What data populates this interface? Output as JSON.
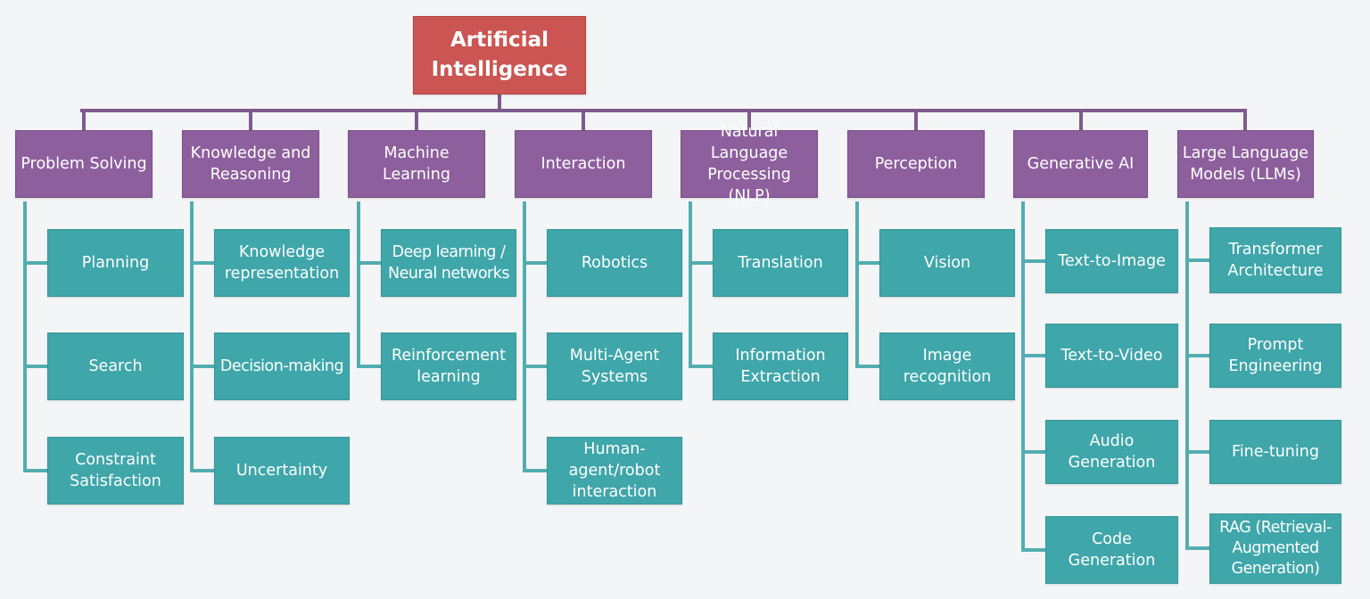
{
  "root": {
    "label": "Artificial\nIntelligence"
  },
  "colors": {
    "root": "#cb5552",
    "category": "#8d5f9d",
    "leaf": "#3fa6aa",
    "category_connector": "#7e5a8e",
    "leaf_connector": "#52adb1"
  },
  "categories": [
    {
      "label": "Problem Solving",
      "children": [
        {
          "label": "Planning"
        },
        {
          "label": "Search"
        },
        {
          "label": "Constraint\nSatisfaction"
        }
      ]
    },
    {
      "label": "Knowledge and\nReasoning",
      "children": [
        {
          "label": "Knowledge\nrepresentation"
        },
        {
          "label": "Decision-making"
        },
        {
          "label": "Uncertainty"
        }
      ]
    },
    {
      "label": "Machine\nLearning",
      "children": [
        {
          "label": "Deep learning /\nNeural networks"
        },
        {
          "label": "Reinforcement\nlearning"
        }
      ]
    },
    {
      "label": "Interaction",
      "children": [
        {
          "label": "Robotics"
        },
        {
          "label": "Multi-Agent\nSystems"
        },
        {
          "label": "Human-\nagent/robot\ninteraction"
        }
      ]
    },
    {
      "label": "Natural\nLanguage\nProcessing (NLP)",
      "children": [
        {
          "label": "Translation"
        },
        {
          "label": "Information\nExtraction"
        }
      ]
    },
    {
      "label": "Perception",
      "children": [
        {
          "label": "Vision"
        },
        {
          "label": "Image\nrecognition"
        }
      ]
    },
    {
      "label": "Generative AI",
      "children": [
        {
          "label": "Text-to-Image"
        },
        {
          "label": "Text-to-Video"
        },
        {
          "label": "Audio\nGeneration"
        },
        {
          "label": "Code\nGeneration"
        }
      ]
    },
    {
      "label": "Large Language\nModels (LLMs)",
      "children": [
        {
          "label": "Transformer\nArchitecture"
        },
        {
          "label": "Prompt\nEngineering"
        },
        {
          "label": "Fine-tuning"
        },
        {
          "label": "RAG (Retrieval-\nAugmented\nGeneration)"
        }
      ]
    }
  ]
}
